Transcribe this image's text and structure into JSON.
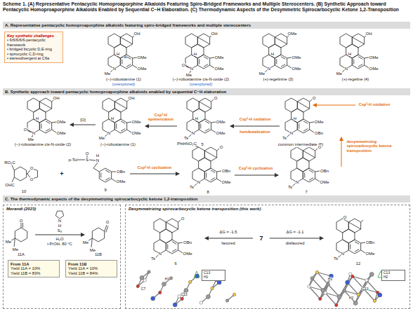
{
  "diagram": {
    "title": "Scheme 1. (A) Representative Pentacyclic Homoproaporphine Alkaloids Featuring Spiro-Bridged Frameworks and Multiple Stereocenters. (B) Synthetic Approach toward Pentacyclic Homoproaporphine Alkaloids Enabled by Sequential C−H Elaboration. (C) Thermodynamic Aspects of the Desymmetric Spirocarbocyclic Ketone 1,2-Transposition",
    "nodes": [
      {
        "text": [
          "A. Representative pentacyclic homoproaporphine alkaloids featuring spiro-bridged frameworks and multiple stereocenters"
        ]
      },
      {
        "text": [
          "Key synthetic challenges",
          "• 6/6/6/6/6-pentacyclic framework",
          "• bridged bicyclic D,E-ring",
          "• spirocyclic C,D-ring",
          "• stereodivergent at C6a"
        ]
      },
      {
        "text": [
          "B. Synthetic approach toward pentacyclic homoproaporphine alkaloids enabled by sequential C−H elaboration"
        ]
      },
      {
        "text": [
          "C. The thermodynamic aspects of the desymmetrizing spirocarbocyclic ketone 1,2-transposition"
        ]
      },
      {
        "text": [
          "Morandi (2023)"
        ]
      },
      {
        "text": [
          "From 11A",
          "Yield 11A = 10%",
          "Yield 11B = 83%"
        ],
        "in": 4
      },
      {
        "text": [
          "From 11B",
          "Yield 11A = 10%",
          "Yield 11B = 84%"
        ],
        "in": 4
      },
      {
        "text": [
          "Desymmetrizing spirocarbocyclic ketone transposition (this work)"
        ]
      },
      {
        "text": [
          "C13",
          "H1"
        ],
        "in": 7
      },
      {
        "text": [
          "C13",
          "H2"
        ],
        "in": 7
      }
    ],
    "labels": [
      "Me",
      "N",
      "H",
      "6a",
      "OH",
      "OMe",
      "OMe",
      "(−)-robustamine (1)",
      "(unexplored)",
      "O",
      "N",
      "Me",
      "H",
      "OH",
      "OMe",
      "OMe",
      "(−)-robustamine cis-N-oxide (2)",
      "(unexplored)",
      "Me",
      "N",
      "H",
      "OMe",
      "OMe",
      "OMe",
      "(+)-regelinine (3)",
      "Me",
      "N",
      "H",
      "OH",
      "OMe",
      "OMe",
      "(+)-regeline (4)",
      "O",
      "N",
      "Me",
      "H",
      "OH",
      "OMe",
      "OMe",
      "(−)-robustamine cis-N-oxide (2)",
      "[O]",
      "Me",
      "N",
      "H",
      "OH",
      "OMe",
      "OMe",
      "(−)-robustamine (1)",
      "Csp³-H epimerization",
      "Ts",
      "N",
      "H",
      "O",
      "OMe",
      "OMe",
      "5",
      "Csp³-H oxidation",
      "hemiketalization",
      "Ts",
      "N",
      "H",
      "O",
      "OMe",
      "OBn",
      "common intermediate (6)",
      "Csp³-H oxidation",
      "RO₂C",
      "OHC",
      "O",
      "O",
      "10",
      "+",
      "p-Tol",
      "S",
      "O",
      "H",
      "N",
      "OBn",
      "OMe",
      "9",
      "Csp²-H cyclization",
      "PhthNO₂C",
      "O",
      "Ts",
      "N",
      "OBn",
      "OMe",
      "8",
      "Csp³-H cyclization",
      "O",
      "Ts",
      "N",
      "OBn",
      "OMe",
      "7",
      "desymmetrizing spirocarbocyclic ketone transposition",
      "O",
      "Me",
      "Me",
      "11A",
      "N",
      "H",
      "S₈",
      "H₂O",
      "i-PrOH, 80 °C",
      "O",
      "Me",
      "Me",
      "11B",
      "O",
      "Ts",
      "N",
      "OBn",
      "OMe",
      "6",
      "ΔG = -1.5",
      "favored",
      "7",
      "ΔG = -1.1",
      "disfavored",
      "O",
      "Ts",
      "N",
      "OBn",
      "OMe",
      "12",
      "H1",
      "C7",
      "C13",
      "H1",
      "H2",
      "C13"
    ]
  }
}
